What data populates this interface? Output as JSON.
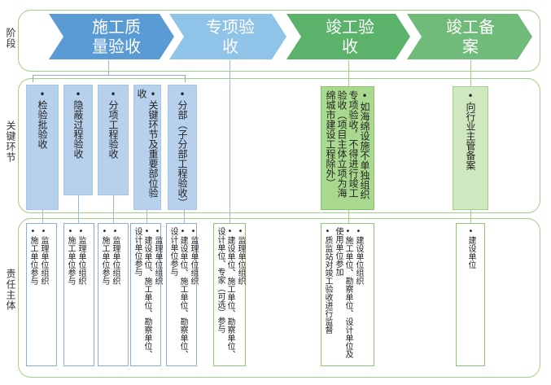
{
  "rows": {
    "stage": "阶段",
    "key": "关键环节",
    "resp": "责任主体"
  },
  "stages": [
    {
      "label": "施工质\n量验收",
      "color": "#5b9bd5"
    },
    {
      "label": "专项验\n收",
      "color": "#8fc3e8"
    },
    {
      "label": "竣工验\n收",
      "color": "#5ab26b"
    },
    {
      "label": "竣工备\n案",
      "color": "#70bb7a"
    }
  ],
  "key_items": [
    "•检验批验收",
    "•隐蔽过程验收",
    "•分项工程验收",
    "•关键环节及重要部位验收",
    "•分部（子分部工程验收）",
    "•如海绵设施不单独组织专项验收，不得进行竣工验收（项目主体立项为海绵城市建设工程除外）",
    "•向行业主管备案"
  ],
  "resp_groups": [
    [
      "•施工单位参与",
      "•监理单位组织"
    ],
    [
      "•施工单位参与",
      "•监理单位组织"
    ],
    [
      "•施工单位参与",
      "•监理单位组织"
    ],
    [
      "•建设单位、施工单位、勘察单位、设计单位参与",
      "•监理单位组织"
    ],
    [
      "•建设单位、施工单位、勘察单位、设计单位参与",
      "•监理单位组织"
    ],
    [
      "•建设单位、施工单位、勘察单位、设计单位、专家（可选）参与",
      "•监理单位组织"
    ],
    [
      "•质监站对竣工验收进行监督",
      "•施工单位、勘察单位、设计单位及使用单位参加",
      "•建设单位组织"
    ],
    [
      "•建设单位"
    ]
  ]
}
